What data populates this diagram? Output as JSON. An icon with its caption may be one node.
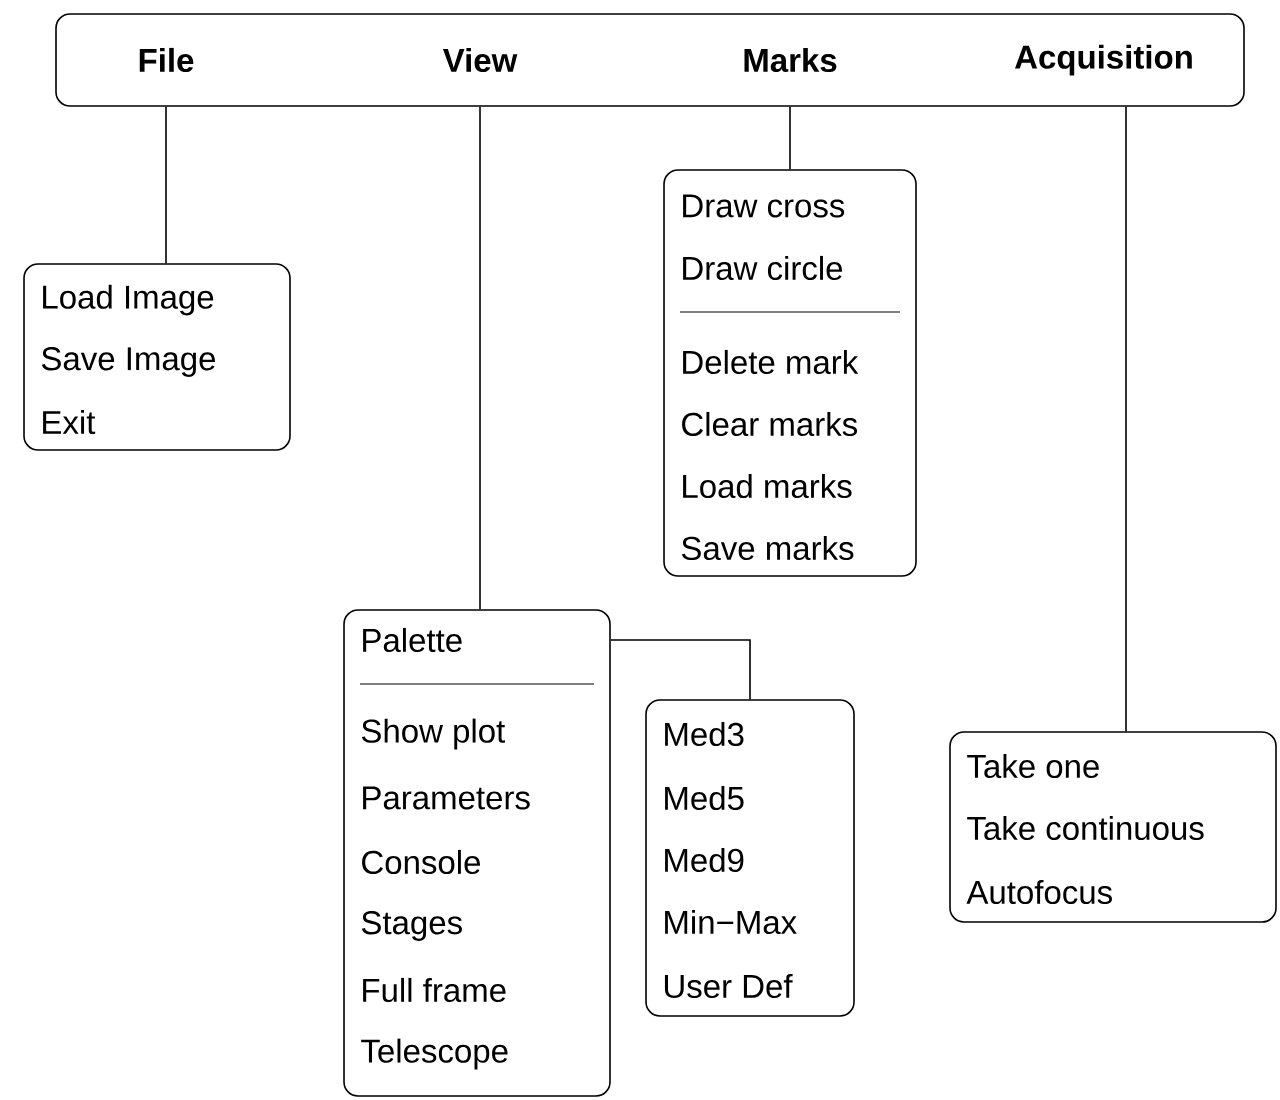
{
  "diagram": {
    "nodes": [
      {
        "text": [
          "File",
          "View",
          "Marks",
          "Acquisition"
        ]
      },
      {
        "text": [
          "Load Image",
          "Save Image",
          "Exit"
        ]
      },
      {
        "text": [
          "Palette",
          "Show plot",
          "Parameters",
          "Console",
          "Stages",
          "Full frame",
          "Telescope"
        ]
      },
      {
        "text": [
          "Med3",
          "Med5",
          "Med9",
          "Min−Max",
          "User Def"
        ]
      },
      {
        "text": [
          "Draw cross",
          "Draw circle",
          "Delete mark",
          "Clear marks",
          "Load marks",
          "Save marks"
        ]
      },
      {
        "text": [
          "Take one",
          "Take continuous",
          "Autofocus"
        ]
      }
    ],
    "edges": [
      {
        "from": 0,
        "to": 1,
        "arrow": "none"
      },
      {
        "from": 0,
        "to": 2,
        "arrow": "none"
      },
      {
        "from": 0,
        "to": 4,
        "arrow": "none"
      },
      {
        "from": 0,
        "to": 5,
        "arrow": "none"
      },
      {
        "from": 2,
        "to": 3,
        "arrow": "none"
      }
    ]
  }
}
